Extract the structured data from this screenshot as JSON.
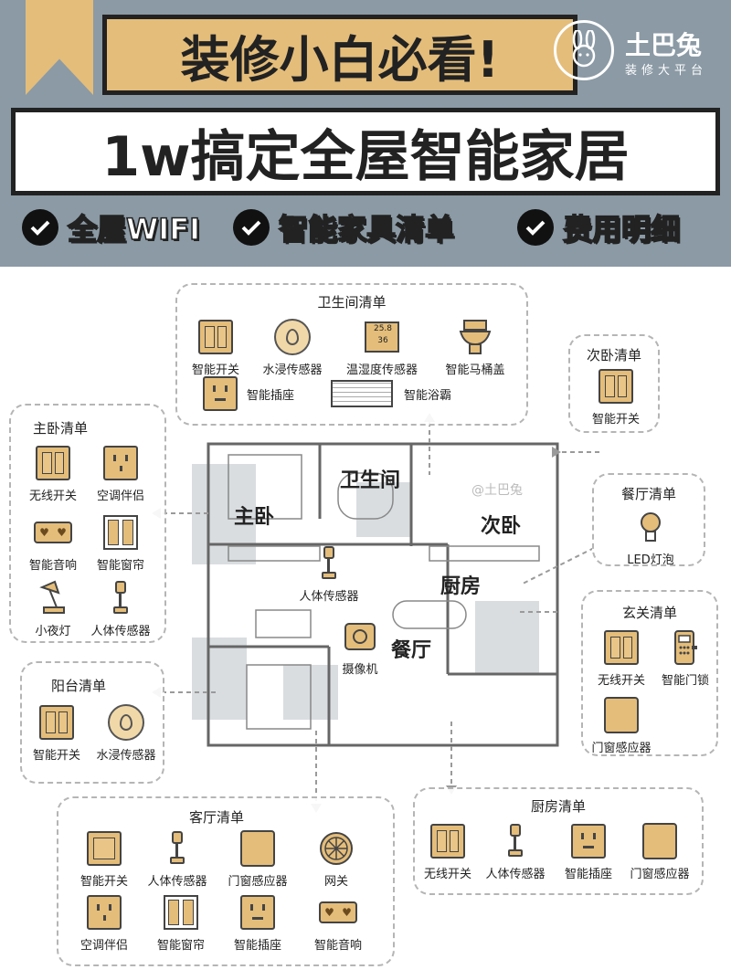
{
  "header": {
    "title1": "装修小白必看!",
    "title2": "1w搞定全屋智能家居",
    "logo_name": "土巴兔",
    "logo_sub": "装修大平台",
    "features": [
      "全屋WIFI",
      "智能家具清单",
      "费用明细"
    ]
  },
  "plan": {
    "rooms": [
      "卫生间",
      "主卧",
      "次卧",
      "厨房",
      "餐厅"
    ],
    "floor_items": [
      "人体传感器",
      "摄像机"
    ],
    "watermark": "@土巴兔"
  },
  "lists": {
    "bathroom": {
      "title": "卫生间清单",
      "items": [
        "智能开关",
        "水浸传感器",
        "温湿度传感器",
        "智能马桶盖",
        "智能插座",
        "智能浴霸"
      ],
      "display": [
        "25.8",
        "36"
      ]
    },
    "second_bedroom": {
      "title": "次卧清单",
      "items": [
        "智能开关"
      ]
    },
    "master_bedroom": {
      "title": "主卧清单",
      "items": [
        "无线开关",
        "空调伴侣",
        "智能音响",
        "智能窗帘",
        "小夜灯",
        "人体传感器"
      ]
    },
    "restaurant": {
      "title": "餐厅清单",
      "items": [
        "LED灯泡"
      ]
    },
    "entrance": {
      "title": "玄关清单",
      "items": [
        "无线开关",
        "智能门锁",
        "门窗感应器"
      ]
    },
    "balcony": {
      "title": "阳台清单",
      "items": [
        "智能开关",
        "水浸传感器"
      ]
    },
    "living_room": {
      "title": "客厅清单",
      "items": [
        "智能开关",
        "人体传感器",
        "门窗感应器",
        "网关",
        "空调伴侣",
        "智能窗帘",
        "智能插座",
        "智能音响"
      ]
    },
    "kitchen": {
      "title": "厨房清单",
      "items": [
        "无线开关",
        "人体传感器",
        "智能插座",
        "门窗感应器"
      ]
    }
  },
  "colors": {
    "header_bg": "#8b9aa5",
    "accent": "#e4bd7a",
    "outline": "#222222"
  }
}
